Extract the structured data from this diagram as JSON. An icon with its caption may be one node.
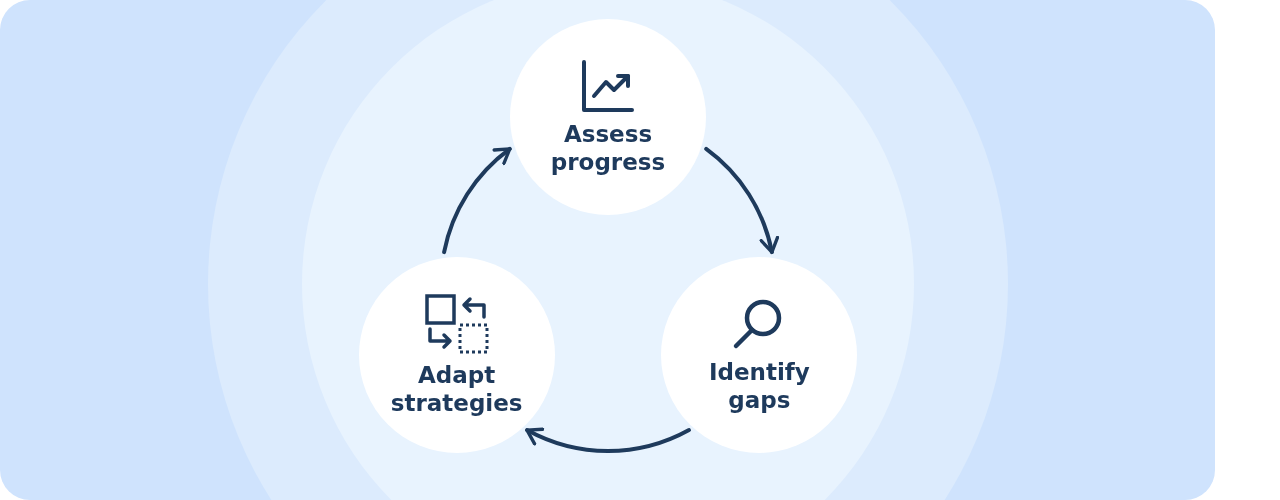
{
  "diagram": {
    "nodes": [
      {
        "text": [
          "Assess progress"
        ]
      },
      {
        "text": [
          "Identify gaps"
        ]
      },
      {
        "text": [
          "Adapt strategies"
        ]
      }
    ],
    "edges": [
      {
        "from": 0,
        "to": 1,
        "arrow": "to"
      },
      {
        "from": 1,
        "to": 2,
        "arrow": "to"
      },
      {
        "from": 2,
        "to": 0,
        "arrow": "to"
      }
    ]
  }
}
